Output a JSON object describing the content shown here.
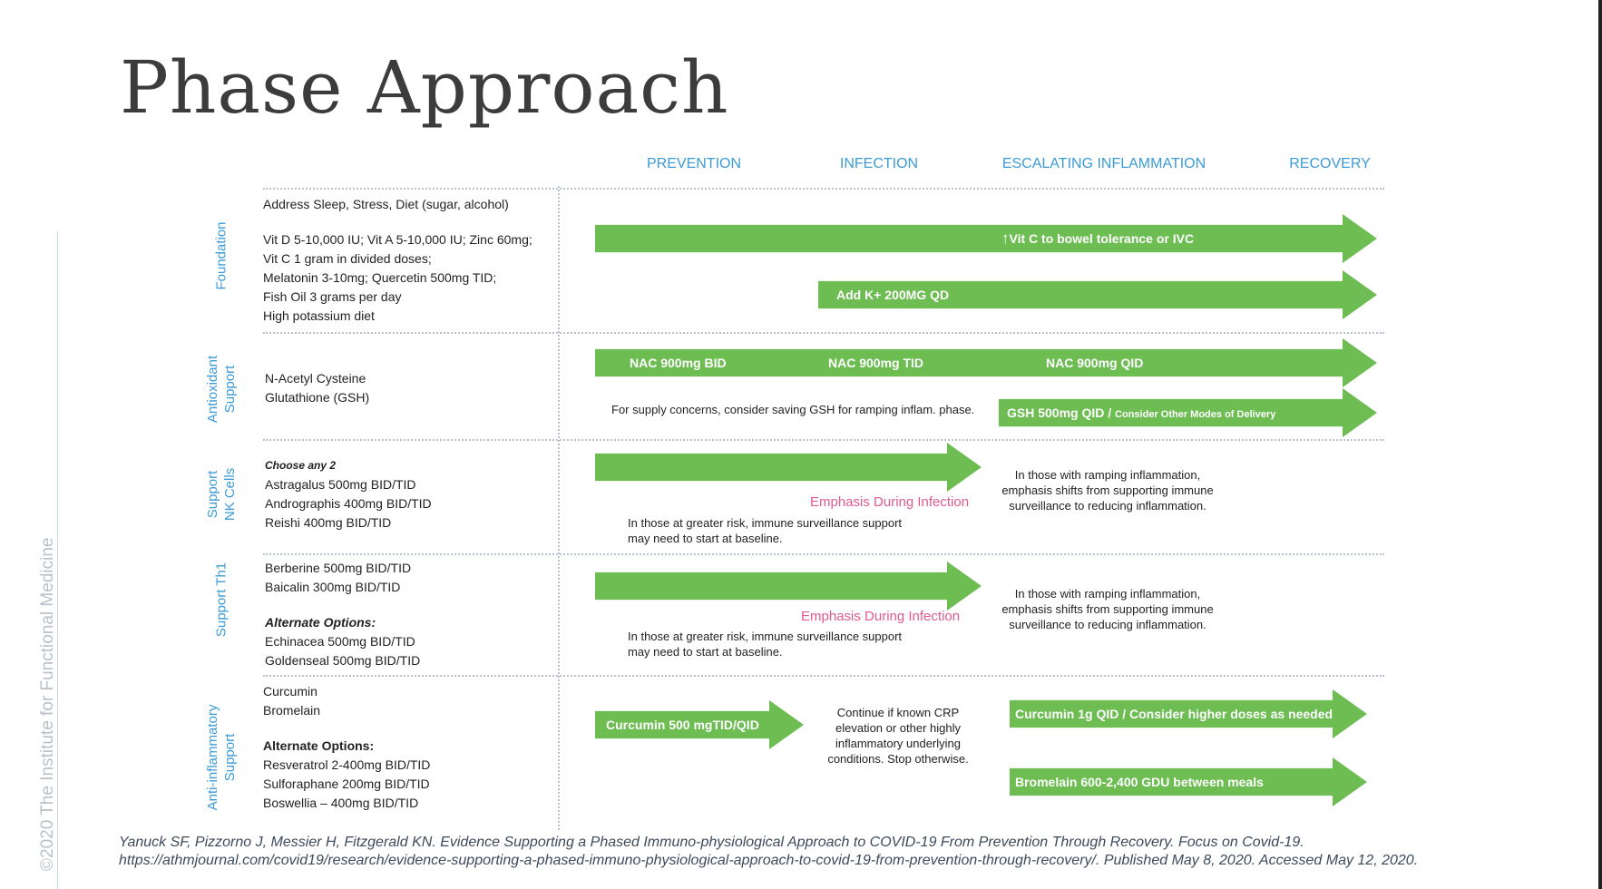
{
  "title": "Phase Approach",
  "copyright": "©2020 The Institute for Functional Medicine",
  "phases": [
    "PREVENTION",
    "INFECTION",
    "ESCALATING INFLAMMATION",
    "RECOVERY"
  ],
  "colors": {
    "arrow": "#6dbd53",
    "heading": "#3b9bd6",
    "emphasis": "#e25a8d"
  },
  "sections": {
    "foundation": {
      "label": "Foundation",
      "lines": [
        "Address Sleep, Stress, Diet (sugar, alcohol)",
        "Vit D 5-10,000 IU;  Vit A 5-10,000 IU;  Zinc 60mg;",
        "Vit C 1 gram in divided doses;",
        "Melatonin 3-10mg;  Quercetin 500mg TID;",
        "Fish Oil 3 grams per day",
        "High potassium diet"
      ],
      "arrow1": {
        "icon": "up-arrow-icon",
        "text": "Vit C to bowel tolerance or IVC"
      },
      "arrow2": "Add K+ 200MG QD"
    },
    "antioxidant": {
      "label1": "Antioxidant",
      "label2": "Support",
      "lines": [
        "N-Acetyl Cysteine",
        "Glutathione (GSH)"
      ],
      "nac": [
        "NAC 900mg BID",
        "NAC 900mg TID",
        "NAC 900mg QID"
      ],
      "note": "For supply concerns, consider saving GSH for ramping inflam. phase.",
      "gsh_main": "GSH 500mg QID / ",
      "gsh_small": "Consider Other Modes of Delivery"
    },
    "nk": {
      "label1": "Support",
      "label2": "NK Cells",
      "header": "Choose any 2",
      "lines": [
        "Astragalus 500mg BID/TID",
        "Andrographis 400mg BID/TID",
        "Reishi 400mg BID/TID"
      ],
      "emphasis": "Emphasis During Infection",
      "note": [
        "In those at greater risk, immune surveillance support",
        "may need to start at baseline."
      ],
      "right": [
        "In those with ramping inflammation,",
        "emphasis shifts from supporting immune",
        "surveillance to reducing inflammation."
      ]
    },
    "th1": {
      "label": "Support Th1",
      "lines": [
        "Berberine 500mg BID/TID",
        "Baicalin 300mg BID/TID"
      ],
      "alt_header": "Alternate Options:",
      "alt_lines": [
        "Echinacea 500mg BID/TID",
        "Goldenseal 500mg BID/TID"
      ],
      "emphasis": "Emphasis During Infection",
      "note": [
        "In those at greater risk, immune surveillance support",
        "may need to start at baseline."
      ],
      "right": [
        "In those with ramping inflammation,",
        "emphasis shifts from supporting immune",
        "surveillance to reducing inflammation."
      ]
    },
    "antiinflam": {
      "label1": "Anti-inflammatory",
      "label2": "Support",
      "lines": [
        "Curcumin",
        "Bromelain"
      ],
      "alt_header": "Alternate Options:",
      "alt_lines": [
        "Resveratrol 2-400mg BID/TID",
        "Sulforaphane 200mg BID/TID",
        "Boswellia – 400mg BID/TID"
      ],
      "arrow1": "Curcumin 500 mgTID/QID",
      "middle": [
        "Continue if known CRP",
        "elevation or other highly",
        "inflammatory underlying",
        "conditions. Stop otherwise."
      ],
      "arrow2": "Curcumin 1g QID / Consider higher doses as needed",
      "arrow3": "Bromelain 600-2,400 GDU between meals"
    }
  },
  "citation": [
    "Yanuck SF, Pizzorno J, Messier H, Fitzgerald KN. Evidence Supporting a Phased Immuno-physiological Approach to COVID-19 From Prevention Through Recovery. Focus on Covid-19.",
    "https://athmjournal.com/covid19/research/evidence-supporting-a-phased-immuno-physiological-approach-to-covid-19-from-prevention-through-recovery/. Published May 8, 2020. Accessed May 12, 2020."
  ]
}
